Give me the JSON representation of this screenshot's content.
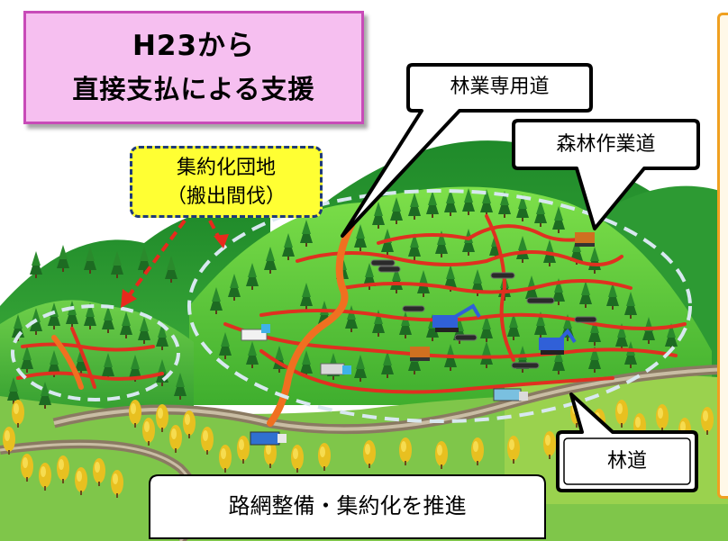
{
  "title": {
    "line1": "H23から",
    "line2": "直接支払による支援"
  },
  "callouts": {
    "forest_road_special": "林業専用道",
    "forest_work_road": "森林作業道",
    "forest_road": "林道",
    "bottom_banner": "路網整備・集約化を推進"
  },
  "cluster": {
    "line1": "集約化団地",
    "line2": "（搬出間伐）"
  },
  "colors": {
    "title_bg": "#f6bff0",
    "title_border": "#c84bb8",
    "cluster_bg": "#ffff33",
    "cluster_border": "#1f3a7a",
    "arrow": "#e8291c",
    "special_road": "#f07020",
    "work_road": "#e03020",
    "forest_road": "#8a7a62",
    "hill_light": "#5fc83a",
    "hill_dark": "#2e8f2a",
    "panel_border": "#f0a020"
  }
}
